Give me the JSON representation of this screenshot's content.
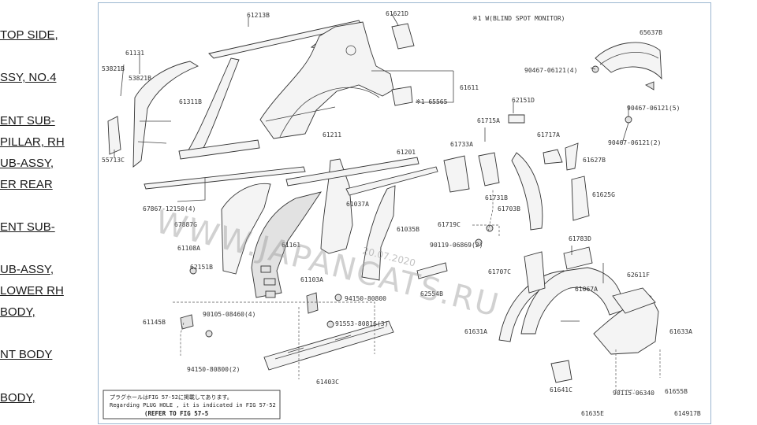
{
  "sidebar": {
    "items": [
      {
        "label": "TOP SIDE,"
      },
      {
        "label": "SSY, NO.4"
      },
      {
        "label": "ENT SUB-"
      },
      {
        "label": "PILLAR, RH"
      },
      {
        "label": "UB-ASSY,"
      },
      {
        "label": "ER REAR"
      },
      {
        "label": "ENT SUB-"
      },
      {
        "label": "UB-ASSY,"
      },
      {
        "label": "LOWER RH"
      },
      {
        "label": "BODY,"
      },
      {
        "label": "NT BODY"
      },
      {
        "label": "BODY,"
      }
    ]
  },
  "diagram": {
    "note_top": "※1 W(BLIND SPOT MONITOR)",
    "watermark": "WWW.JAPANCATS.RU",
    "date": "20.07.2020",
    "figure_id": "614917B",
    "plug_note": {
      "line1": "プラグホールはFIG 57-52に掲載してあります。",
      "line2": "Regarding PLUG HOLE , it is indicated in FIG 57-52",
      "line3": "(REFER TO FIG 57-5"
    },
    "parts": [
      "61213B",
      "61621D",
      "53821B",
      "61131",
      "53821B",
      "61311B",
      "55713C",
      "61611",
      "※1 65565",
      "67867-12150(4)",
      "67887G",
      "61211",
      "61201",
      "61108A",
      "61037A",
      "61035B",
      "61161",
      "62151B",
      "61103A",
      "94150-80800",
      "91553-80816(3)",
      "62554B",
      "61145B",
      "90105-08460(4)",
      "94150-80800(2)",
      "61403C",
      "61733A",
      "61715A",
      "62151D",
      "61717A",
      "61627B",
      "61731B",
      "61703B",
      "61625G",
      "61719C",
      "90119-06869(2)",
      "61783D",
      "61707C",
      "61067A",
      "62611F",
      "61631A",
      "61633A",
      "61641C",
      "90115-06340",
      "61655B",
      "61635E",
      "65637B",
      "90467-06121(4)",
      "90467-06121(5)",
      "90467-06121(2)"
    ]
  }
}
